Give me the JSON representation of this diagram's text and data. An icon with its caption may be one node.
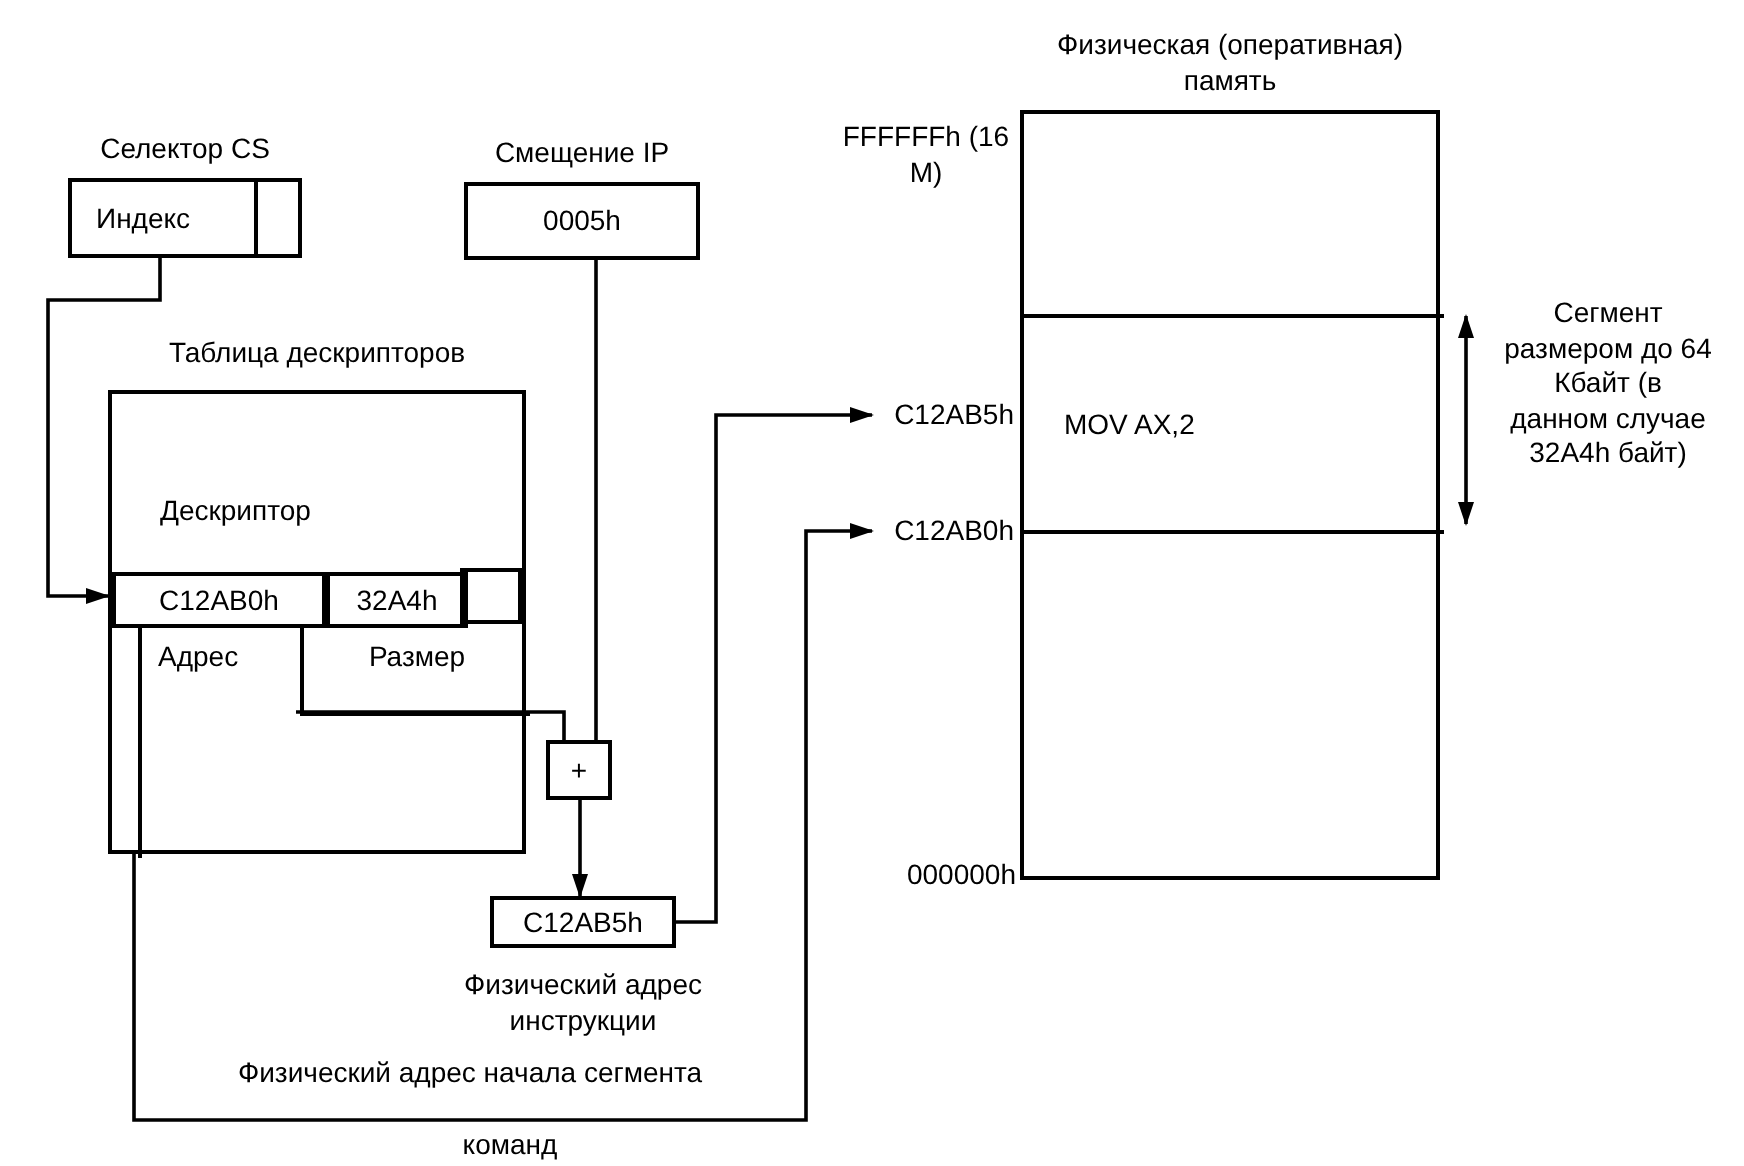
{
  "diagram": {
    "nodes": [
      {
        "text": [
          "Селектор CS",
          "Индекс"
        ]
      },
      {
        "text": [
          "Смещение IP",
          "0005h"
        ]
      },
      {
        "text": [
          "Таблица дескрипторов",
          "Дескриптор"
        ]
      },
      {
        "text": [
          "C12AB0h"
        ],
        "in": 2
      },
      {
        "text": [
          "32A4h"
        ],
        "in": 2
      },
      {
        "text": [
          "Адрес"
        ],
        "in": 2
      },
      {
        "text": [
          "Размер"
        ],
        "in": 2
      },
      {
        "text": [
          "+"
        ]
      },
      {
        "text": [
          "C12AB5h"
        ],
        "beside": [
          "Физический адрес инструкции"
        ]
      },
      {
        "text": [
          "Физическая (оперативная) память"
        ]
      },
      {
        "text": [
          "MOV AX,2"
        ],
        "in": 9
      },
      {
        "text": [
          "C12AB5h"
        ]
      },
      {
        "text": [
          "C12AB0h"
        ]
      }
    ],
    "edges": [
      {
        "from": 0,
        "to": 3,
        "arrow": "to"
      },
      {
        "from": 1,
        "to": 7,
        "arrow": "none"
      },
      {
        "from": 6,
        "to": 7,
        "arrow": "none"
      },
      {
        "from": 7,
        "to": 8,
        "arrow": "to"
      },
      {
        "from": 8,
        "to": 11,
        "arrow": "to"
      },
      {
        "from": 5,
        "to": 12,
        "arrow": "to"
      }
    ],
    "labels": [
      "FFFFFFh (16 M)",
      "000000h",
      "Сегмент размером до 64 Кбайт (в данном случае 32A4h байт)",
      "Физический адрес начала сегмента",
      "команд"
    ]
  }
}
